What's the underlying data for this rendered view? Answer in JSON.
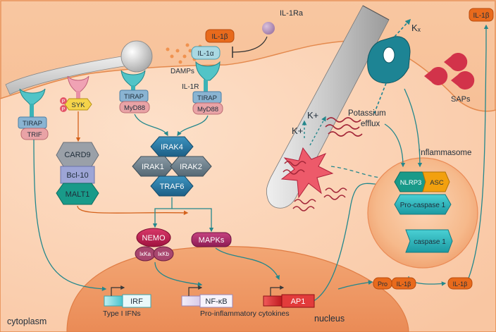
{
  "labels": {
    "il1ra": "IL-1Ra",
    "il1b_top": "IL-1β",
    "il1b_corner": "IL-1β",
    "il1a": "IL-1α",
    "damps": "DAMPs",
    "il1r": "IL-1R",
    "kx": "Kₓ",
    "saps": "SAPs",
    "potassium_efflux": "Potassium\nefflux",
    "kplus_1": "K+",
    "kplus_2": "K+",
    "inflammasome": "Inflammasome",
    "cytoplasm": "cytoplasm",
    "nucleus": "nucleus"
  },
  "adaptors": {
    "tirap_left": "TIRAP",
    "trif": "TRIF",
    "syk": "SYK",
    "p": "P",
    "tirap_mid": "TIRAP",
    "myd88_mid": "MyD88",
    "tirap_right": "TIRAP",
    "myd88_right": "MyD88"
  },
  "cbm": {
    "card9": "CARD9",
    "bcl10": "Bcl-10",
    "malt1": "MALT1"
  },
  "irak": {
    "irak4": "IRAK4",
    "irak1": "IRAK1",
    "irak2": "IRAK2",
    "traf6": "TRAF6"
  },
  "nfkb_path": {
    "nemo": "NEMO",
    "ikka": "IκKa",
    "ikkb": "IκKb",
    "mapks": "MAPKs"
  },
  "inflammasome": {
    "nlrp3": "NLRP3",
    "asc": "ASC",
    "procasp": "Pro-caspase 1",
    "casp": "caspase 1"
  },
  "cytokines": {
    "pro": "Pro",
    "il1b_pro": "IL-1β",
    "il1b_mature": "IL-1β"
  },
  "genes": {
    "irf": "IRF",
    "nfkb": "NF-κB",
    "ap1": "AP1",
    "type1": "Type I IFNs",
    "proinfl": "Pro-inflammatory cytokines"
  },
  "colors": {
    "background": "#f4a46f",
    "cell": "#fbd2b2",
    "nucleus": "#ef9a6a",
    "teal": "#23878c",
    "orange_arrow": "#d4621c",
    "tirap": "#8ab4d2",
    "myd88": "#e9a3a6",
    "card9": "#9aa0a8",
    "bcl10": "#9da5d6",
    "malt1": "#199a89",
    "irak": "#2d79a4",
    "nemo": "#c21f52",
    "mapks": "#b22d6e",
    "asc": "#f2a00e",
    "procasp": "#25b8bf"
  }
}
